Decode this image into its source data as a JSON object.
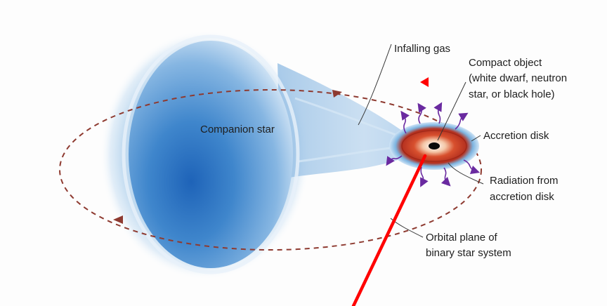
{
  "labels": {
    "companion_star": "Companion star",
    "infalling_gas": "Infalling gas",
    "compact_object": {
      "line1": "Compact object",
      "line2": "(white dwarf, neutron",
      "line3": "star, or black hole)"
    },
    "accretion_disk": "Accretion disk",
    "radiation": {
      "line1": "Radiation from",
      "line2": "accretion disk"
    },
    "orbital_plane": {
      "line1": "Orbital plane of",
      "line2": "binary star system"
    }
  },
  "colors": {
    "star": "#5a97cf",
    "orbit": "#8e3a30",
    "disk_outer": "#c8e3f7",
    "disk_ring": "#c23a24",
    "radiation_arrows": "#6a2aa0",
    "annotation_marker": "#ff0000",
    "leader_lines": "#333333"
  },
  "icons": {
    "orbit_arrow": "arrowhead-icon",
    "marker_triangle": "triangle-marker-icon",
    "pointer_line": "red-pointer-line"
  }
}
